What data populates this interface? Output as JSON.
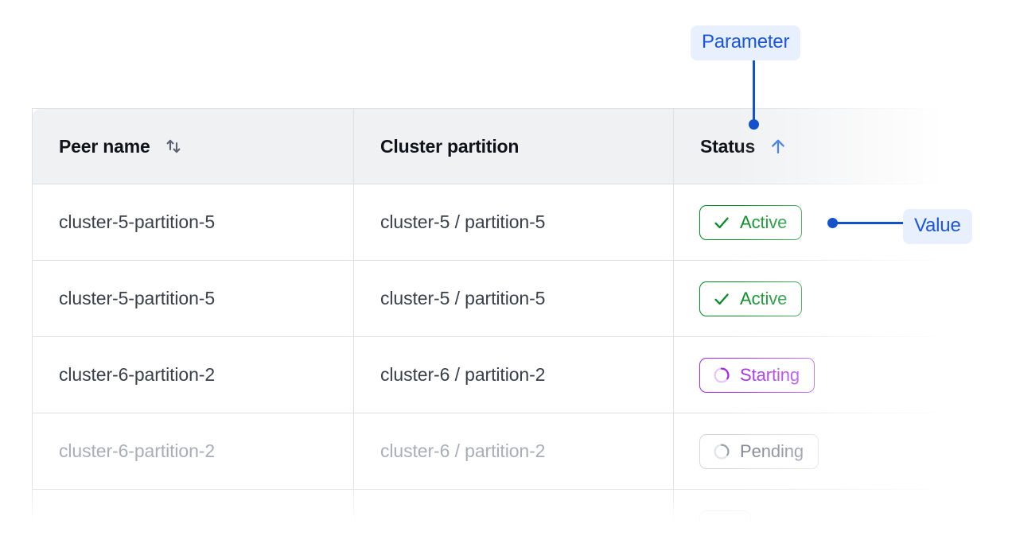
{
  "table": {
    "columns": [
      {
        "label": "Peer name",
        "sort_icon": "sort-both-icon",
        "sort_state": "none"
      },
      {
        "label": "Cluster partition",
        "sort_icon": null,
        "sort_state": "none"
      },
      {
        "label": "Status",
        "sort_icon": "arrow-up-icon",
        "sort_state": "ascending"
      }
    ],
    "rows": [
      {
        "peer_name": "cluster-5-partition-5",
        "cluster_partition": "cluster-5 / partition-5",
        "status": "Active",
        "status_type": "active",
        "faded": false
      },
      {
        "peer_name": "cluster-5-partition-5",
        "cluster_partition": "cluster-5 / partition-5",
        "status": "Active",
        "status_type": "active",
        "faded": false
      },
      {
        "peer_name": "cluster-6-partition-2",
        "cluster_partition": "cluster-6 / partition-2",
        "status": "Starting",
        "status_type": "starting",
        "faded": false
      },
      {
        "peer_name": "cluster-6-partition-2",
        "cluster_partition": "cluster-6 / partition-2",
        "status": "Pending",
        "status_type": "pending",
        "faded": true
      }
    ]
  },
  "annotations": {
    "parameter_label": "Parameter",
    "value_label": "Value"
  },
  "colors": {
    "accent_blue": "#1452cc",
    "annotation_text": "#1a56db",
    "annotation_bg": "#e8f0fe",
    "status_active": "#008a20",
    "status_starting": "#a328e8",
    "status_pending": "#8c919e",
    "header_bg": "#f0f1f3",
    "border": "#dfe0e5"
  }
}
